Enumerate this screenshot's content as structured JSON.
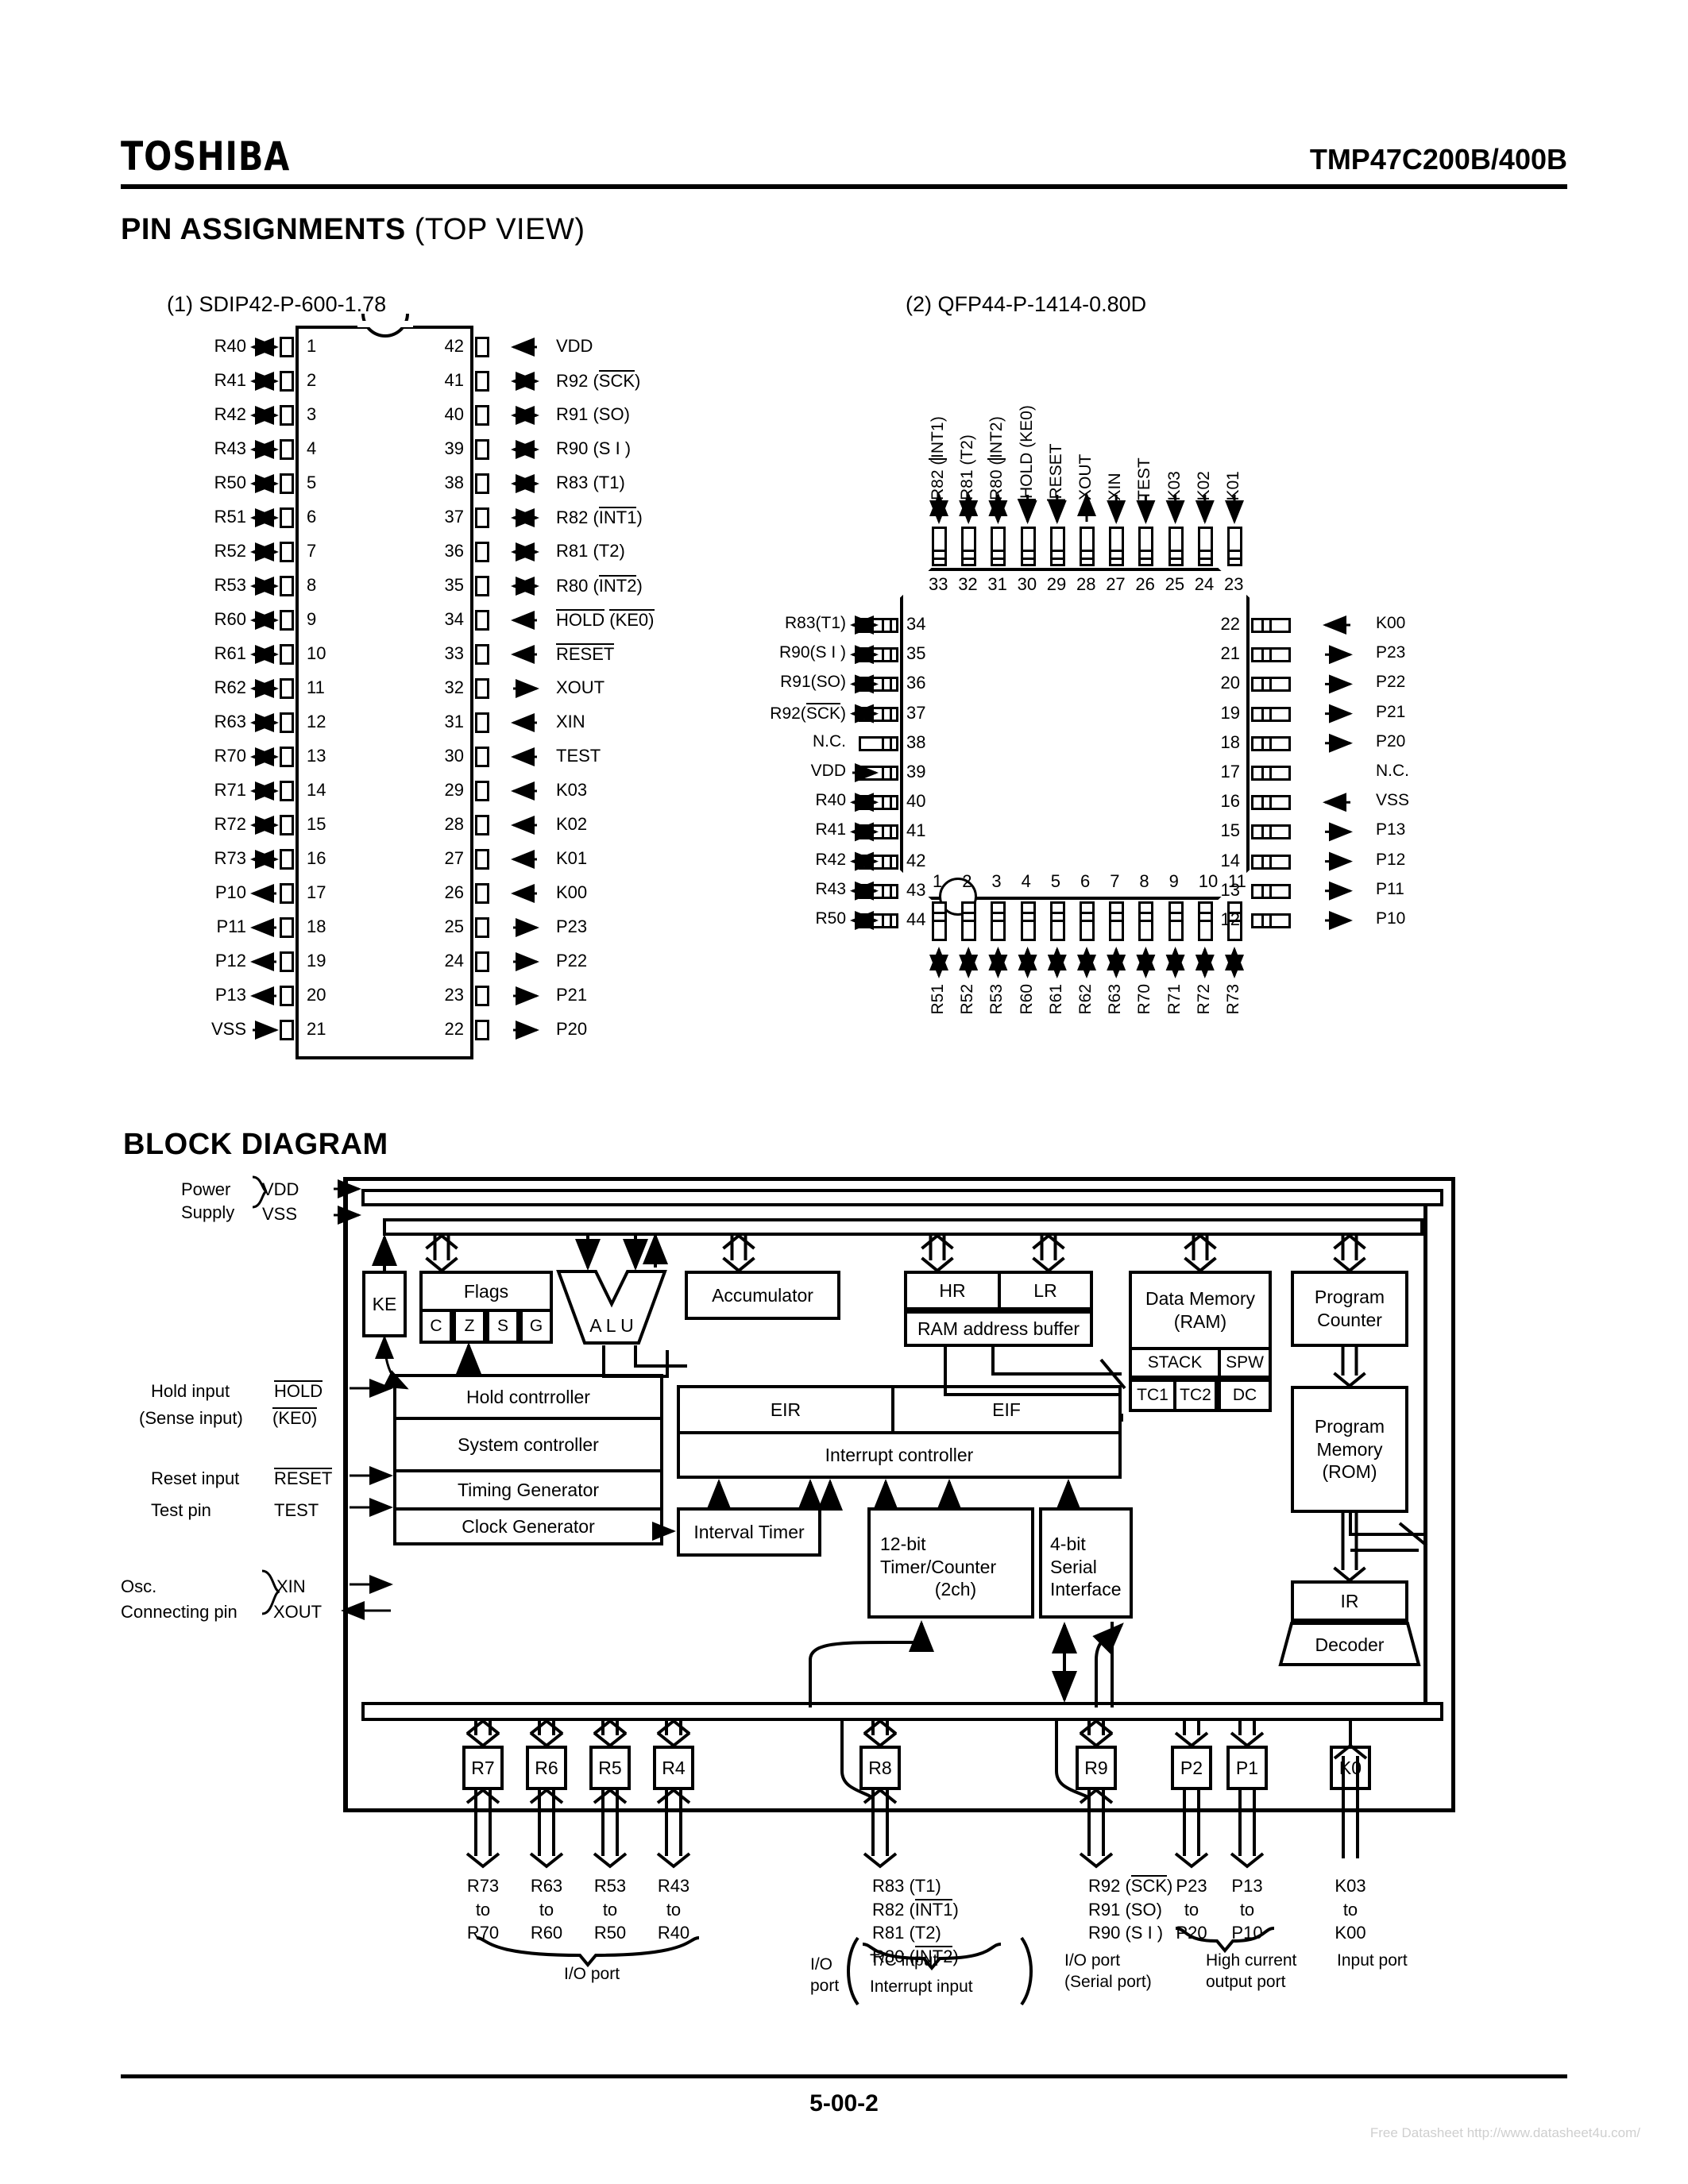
{
  "header": {
    "logo": "TOSHIBA",
    "part_number": "TMP47C200B/400B"
  },
  "sections": {
    "pin_assignments_title": "PIN  ASSIGNMENTS",
    "pin_assignments_suffix": "(TOP VIEW)",
    "block_diagram_title": "BLOCK  DIAGRAM"
  },
  "footer": {
    "page": "5-00-2",
    "credit": "Free Datasheet http://www.datasheet4u.com/"
  },
  "dip": {
    "title": "(1) SDIP42-P-600-1.78",
    "left_pins": [
      {
        "num": "1",
        "label": "R40",
        "dir": "bi"
      },
      {
        "num": "2",
        "label": "R41",
        "dir": "bi"
      },
      {
        "num": "3",
        "label": "R42",
        "dir": "bi"
      },
      {
        "num": "4",
        "label": "R43",
        "dir": "bi"
      },
      {
        "num": "5",
        "label": "R50",
        "dir": "bi"
      },
      {
        "num": "6",
        "label": "R51",
        "dir": "bi"
      },
      {
        "num": "7",
        "label": "R52",
        "dir": "bi"
      },
      {
        "num": "8",
        "label": "R53",
        "dir": "bi"
      },
      {
        "num": "9",
        "label": "R60",
        "dir": "bi"
      },
      {
        "num": "10",
        "label": "R61",
        "dir": "bi"
      },
      {
        "num": "11",
        "label": "R62",
        "dir": "bi"
      },
      {
        "num": "12",
        "label": "R63",
        "dir": "bi"
      },
      {
        "num": "13",
        "label": "R70",
        "dir": "bi"
      },
      {
        "num": "14",
        "label": "R71",
        "dir": "bi"
      },
      {
        "num": "15",
        "label": "R72",
        "dir": "bi"
      },
      {
        "num": "16",
        "label": "R73",
        "dir": "bi"
      },
      {
        "num": "17",
        "label": "P10",
        "dir": "out"
      },
      {
        "num": "18",
        "label": "P11",
        "dir": "out"
      },
      {
        "num": "19",
        "label": "P12",
        "dir": "out"
      },
      {
        "num": "20",
        "label": "P13",
        "dir": "out"
      },
      {
        "num": "21",
        "label": "VSS",
        "dir": "in"
      }
    ],
    "right_pins": [
      {
        "num": "42",
        "label": "VDD",
        "dir": "in"
      },
      {
        "num": "41",
        "label": "R92 (SCK)",
        "dir": "bi",
        "bar": "SCK"
      },
      {
        "num": "40",
        "label": "R91 (SO)",
        "dir": "bi"
      },
      {
        "num": "39",
        "label": "R90 (S I )",
        "dir": "bi"
      },
      {
        "num": "38",
        "label": "R83 (T1)",
        "dir": "bi"
      },
      {
        "num": "37",
        "label": "R82 (INT1)",
        "dir": "bi",
        "bar": "INT1"
      },
      {
        "num": "36",
        "label": "R81 (T2)",
        "dir": "bi"
      },
      {
        "num": "35",
        "label": "R80 (INT2)",
        "dir": "bi",
        "bar": "INT2"
      },
      {
        "num": "34",
        "label": "HOLD (KE0)",
        "dir": "in",
        "bar": "HOLD (KE0)"
      },
      {
        "num": "33",
        "label": "RESET",
        "dir": "in",
        "bar": "RESET"
      },
      {
        "num": "32",
        "label": "XOUT",
        "dir": "out"
      },
      {
        "num": "31",
        "label": "XIN",
        "dir": "in"
      },
      {
        "num": "30",
        "label": "TEST",
        "dir": "in"
      },
      {
        "num": "29",
        "label": "K03",
        "dir": "in"
      },
      {
        "num": "28",
        "label": "K02",
        "dir": "in"
      },
      {
        "num": "27",
        "label": "K01",
        "dir": "in"
      },
      {
        "num": "26",
        "label": "K00",
        "dir": "in"
      },
      {
        "num": "25",
        "label": "P23",
        "dir": "out"
      },
      {
        "num": "24",
        "label": "P22",
        "dir": "out"
      },
      {
        "num": "23",
        "label": "P21",
        "dir": "out"
      },
      {
        "num": "22",
        "label": "P20",
        "dir": "out"
      }
    ]
  },
  "qfp": {
    "title": "(2) QFP44-P-1414-0.80D",
    "top_pins": [
      {
        "num": "33",
        "label": "R82 (INT1)",
        "dir": "bi"
      },
      {
        "num": "32",
        "label": "R81 (T2)",
        "dir": "bi"
      },
      {
        "num": "31",
        "label": "R80 (INT2)",
        "dir": "bi"
      },
      {
        "num": "30",
        "label": "HOLD (KE0)",
        "dir": "in"
      },
      {
        "num": "29",
        "label": "RESET",
        "dir": "in"
      },
      {
        "num": "28",
        "label": "XOUT",
        "dir": "out"
      },
      {
        "num": "27",
        "label": "XIN",
        "dir": "in"
      },
      {
        "num": "26",
        "label": "TEST",
        "dir": "in"
      },
      {
        "num": "25",
        "label": "K03",
        "dir": "in"
      },
      {
        "num": "24",
        "label": "K02",
        "dir": "in"
      },
      {
        "num": "23",
        "label": "K01",
        "dir": "in"
      }
    ],
    "left_pins": [
      {
        "num": "34",
        "label": "R83(T1)",
        "dir": "bi"
      },
      {
        "num": "35",
        "label": "R90(S I )",
        "dir": "bi"
      },
      {
        "num": "36",
        "label": "R91(SO)",
        "dir": "bi"
      },
      {
        "num": "37",
        "label": "R92(SCK)",
        "dir": "bi",
        "bar": "SCK"
      },
      {
        "num": "38",
        "label": "N.C.",
        "dir": "none"
      },
      {
        "num": "39",
        "label": "VDD",
        "dir": "in"
      },
      {
        "num": "40",
        "label": "R40",
        "dir": "bi"
      },
      {
        "num": "41",
        "label": "R41",
        "dir": "bi"
      },
      {
        "num": "42",
        "label": "R42",
        "dir": "bi"
      },
      {
        "num": "43",
        "label": "R43",
        "dir": "bi"
      },
      {
        "num": "44",
        "label": "R50",
        "dir": "bi"
      }
    ],
    "right_pins": [
      {
        "num": "22",
        "label": "K00",
        "dir": "in"
      },
      {
        "num": "21",
        "label": "P23",
        "dir": "out"
      },
      {
        "num": "20",
        "label": "P22",
        "dir": "out"
      },
      {
        "num": "19",
        "label": "P21",
        "dir": "out"
      },
      {
        "num": "18",
        "label": "P20",
        "dir": "out"
      },
      {
        "num": "17",
        "label": "N.C.",
        "dir": "none"
      },
      {
        "num": "16",
        "label": "VSS",
        "dir": "in"
      },
      {
        "num": "15",
        "label": "P13",
        "dir": "out"
      },
      {
        "num": "14",
        "label": "P12",
        "dir": "out"
      },
      {
        "num": "13",
        "label": "P11",
        "dir": "out"
      },
      {
        "num": "12",
        "label": "P10",
        "dir": "out"
      }
    ],
    "bottom_pins": [
      {
        "num": "1",
        "label": "R51",
        "dir": "bi"
      },
      {
        "num": "2",
        "label": "R52",
        "dir": "bi"
      },
      {
        "num": "3",
        "label": "R53",
        "dir": "bi"
      },
      {
        "num": "4",
        "label": "R60",
        "dir": "bi"
      },
      {
        "num": "5",
        "label": "R61",
        "dir": "bi"
      },
      {
        "num": "6",
        "label": "R62",
        "dir": "bi"
      },
      {
        "num": "7",
        "label": "R63",
        "dir": "bi"
      },
      {
        "num": "8",
        "label": "R70",
        "dir": "bi"
      },
      {
        "num": "9",
        "label": "R71",
        "dir": "bi"
      },
      {
        "num": "10",
        "label": "R72",
        "dir": "bi"
      },
      {
        "num": "11",
        "label": "R73",
        "dir": "bi"
      }
    ]
  },
  "block": {
    "left_labels": {
      "power_supply_1": "Power",
      "power_supply_2": "Supply",
      "vdd": "VDD",
      "vss": "VSS",
      "hold_input": "Hold input",
      "sense_input": "(Sense input)",
      "hold_pin": "HOLD",
      "ke0_pin": "(KE0)",
      "reset_input": "Reset input",
      "reset_pin": "RESET",
      "test_pin_label": "Test pin",
      "test_pin": "TEST",
      "osc_1": "Osc.",
      "osc_2": "Connecting pin",
      "xin": "XIN",
      "xout": "XOUT"
    },
    "boxes": {
      "ke": "KE",
      "flags": "Flags",
      "flag_c": "C",
      "flag_z": "Z",
      "flag_s": "S",
      "flag_g": "G",
      "alu": "A L U",
      "accumulator": "Accumulator",
      "hr": "HR",
      "lr": "LR",
      "ram_address_buffer": "RAM address buffer",
      "data_memory_1": "Data Memory",
      "data_memory_2": "(RAM)",
      "stack": "STACK",
      "spw": "SPW",
      "tc1": "TC1",
      "tc2": "TC2",
      "dc": "DC",
      "program_counter_1": "Program",
      "program_counter_2": "Counter",
      "program_memory_1": "Program",
      "program_memory_2": "Memory",
      "program_memory_3": "(ROM)",
      "ir": "IR",
      "decoder": "Decoder",
      "hold_controller": "Hold contrroller",
      "system_controller": "System controller",
      "timing_generator": "Timing Generator",
      "clock_generator": "Clock Generator",
      "interval_timer": "Interval Timer",
      "eir": "EIR",
      "eif": "EIF",
      "interrupt_controller": "Interrupt controller",
      "timer_counter_1": "12-bit",
      "timer_counter_2": "Timer/Counter",
      "timer_counter_3": "(2ch)",
      "serial_1": "4-bit",
      "serial_2": "Serial",
      "serial_3": "Interface"
    },
    "ports": [
      {
        "name": "R7",
        "lines": [
          "R73",
          "to",
          "R70"
        ]
      },
      {
        "name": "R6",
        "lines": [
          "R63",
          "to",
          "R60"
        ]
      },
      {
        "name": "R5",
        "lines": [
          "R53",
          "to",
          "R50"
        ]
      },
      {
        "name": "R4",
        "lines": [
          "R43",
          "to",
          "R40"
        ]
      },
      {
        "name": "R8",
        "lines": [
          "R83 (T1)",
          "R82 (INT1)",
          "R81 (T2)",
          "R80 (INT2)"
        ]
      },
      {
        "name": "R9",
        "lines": [
          "R92 (SCK)",
          "R91 (SO)",
          "R90 (S I )"
        ]
      },
      {
        "name": "P2",
        "lines": [
          "P23",
          "to",
          "P20"
        ]
      },
      {
        "name": "P1",
        "lines": [
          "P13",
          "to",
          "P10"
        ]
      },
      {
        "name": "K0",
        "lines": [
          "K03",
          "to",
          "K00"
        ]
      }
    ],
    "captions": {
      "io_port": "I/O port",
      "io": "I/O",
      "port": "port",
      "tc_input": "T/C input",
      "interrupt_input": "Interrupt input",
      "io_port_serial_1": "I/O port",
      "io_port_serial_2": "(Serial port)",
      "high_current_1": "High current",
      "high_current_2": "output port",
      "input_port": "Input port"
    }
  }
}
